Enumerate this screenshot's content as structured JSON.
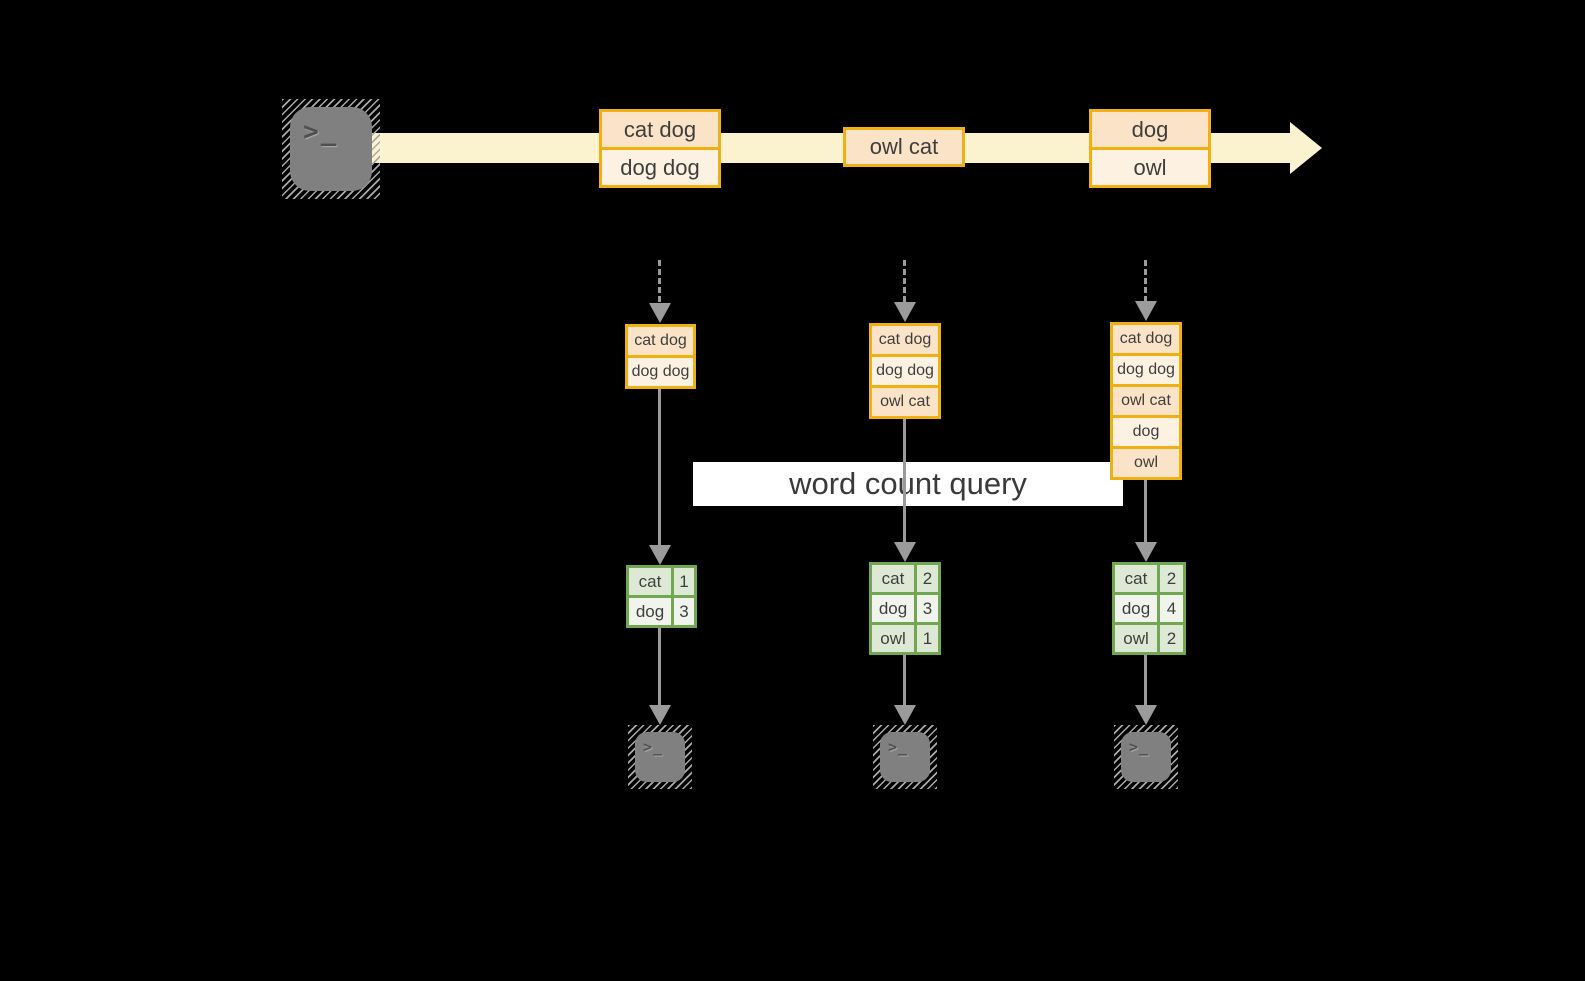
{
  "query_label": "word count query",
  "icons": {
    "terminal_glyph": ">_"
  },
  "stream_events": [
    {
      "cells": [
        "cat dog",
        "dog dog"
      ]
    },
    {
      "cells": [
        "owl cat"
      ]
    },
    {
      "cells": [
        "dog",
        "owl"
      ]
    }
  ],
  "columns": [
    {
      "buffer": [
        "cat dog",
        "dog dog"
      ],
      "counts": [
        {
          "word": "cat",
          "value": "1"
        },
        {
          "word": "dog",
          "value": "3"
        }
      ]
    },
    {
      "buffer": [
        "cat dog",
        "dog dog",
        "owl cat"
      ],
      "counts": [
        {
          "word": "cat",
          "value": "2"
        },
        {
          "word": "dog",
          "value": "3"
        },
        {
          "word": "owl",
          "value": "1"
        }
      ]
    },
    {
      "buffer": [
        "cat dog",
        "dog dog",
        "owl cat",
        "dog",
        "owl"
      ],
      "counts": [
        {
          "word": "cat",
          "value": "2"
        },
        {
          "word": "dog",
          "value": "4"
        },
        {
          "word": "owl",
          "value": "2"
        }
      ]
    }
  ],
  "colors": {
    "background": "#000000",
    "orange_border": "#F0B014",
    "peach_fill": "#FAE3C7",
    "cream_fill": "#FDF2E2",
    "stream_band": "#FBF2CF",
    "green_border": "#71A750",
    "green_fill_dark": "#DEE9D5",
    "green_fill_light": "#F1F4EC",
    "arrow_gray": "#9B9B9B",
    "terminal_gray": "#808080",
    "label_background": "#FFFFFF",
    "text": "#3E3E3E"
  }
}
